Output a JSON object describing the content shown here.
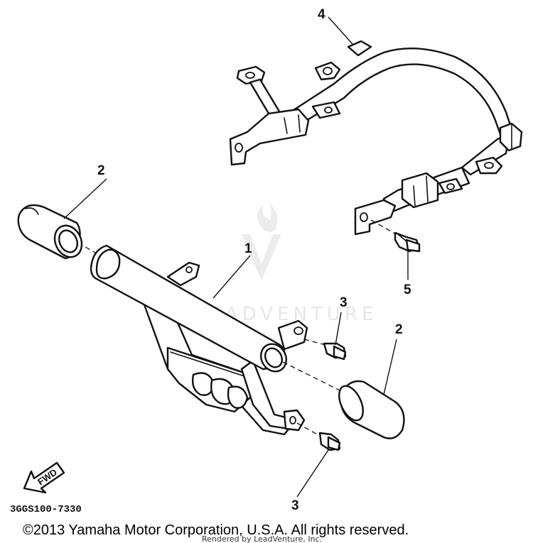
{
  "callouts": {
    "grab_bar": "1",
    "end_cap_left": "2",
    "end_cap_right": "2",
    "bolt_upper": "3",
    "bolt_lower": "3",
    "rear_bracket": "4",
    "bolt_rear": "5"
  },
  "fwd_indicator": {
    "label": "FWD"
  },
  "diagram_code": "3GGS100-7330",
  "copyright": "©2013 Yamaha Motor Corporation, U.S.A. All rights reserved.",
  "render_note": "Rendered by LeadVenture, Inc.",
  "watermark": {
    "logo_text": "LEADVENTURE",
    "color": "#e6e6e6"
  },
  "colors": {
    "line": "#111111",
    "background": "#ffffff"
  }
}
